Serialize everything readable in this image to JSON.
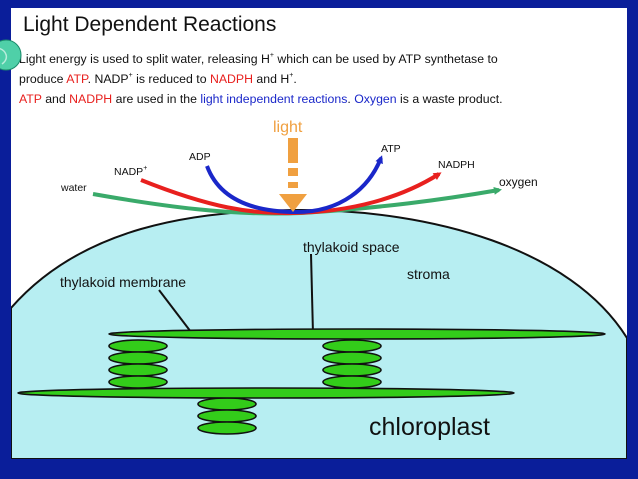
{
  "title": "Light Dependent Reactions",
  "intro": {
    "line1_pre": "Light energy is used to split water, releasing H",
    "line1_sup": "+",
    "line1_post": " which can be used by ATP synthetase to",
    "line2_pre": "produce ",
    "line2_atp": "ATP",
    "line2_mid1": ". NADP",
    "line2_sup": "+",
    "line2_mid2": " is reduced to ",
    "line2_nadph": "NADPH",
    "line2_mid3": " and H",
    "line2_sup2": "+",
    "line2_end": ".",
    "line3_atp": "ATP",
    "line3_and": " and ",
    "line3_nadph": "NADPH",
    "line3_mid": " are used in the ",
    "line3_lir": "light independent reactions",
    "line3_dot": ". ",
    "line3_oxygen": "Oxygen",
    "line3_end": " is a waste product."
  },
  "labels": {
    "light": "light",
    "adp": "ADP",
    "atp": "ATP",
    "nadp": "NADP",
    "nadp_sup": "+",
    "nadph": "NADPH",
    "water": "water",
    "oxygen": "oxygen",
    "thylakoid_space": "thylakoid space",
    "stroma": "stroma",
    "thylakoid_membrane": "thylakoid membrane",
    "chloroplast": "chloroplast"
  },
  "colors": {
    "background": "#0a1e9a",
    "chloroplast_fill": "#b7eef2",
    "thylakoid_green": "#33cc1a",
    "red_arrow": "#e8201e",
    "blue_arrow": "#1a27c9",
    "water_arrow": "#3aaa6a",
    "light_arrow": "#f0a040"
  }
}
